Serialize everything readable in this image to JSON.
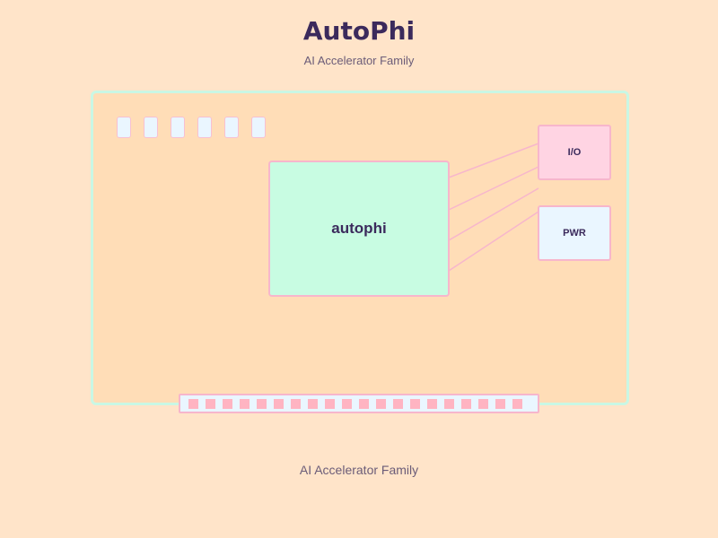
{
  "header": {
    "title": "AutoPhi",
    "subtitle": "AI Accelerator Family"
  },
  "board": {
    "chip_label": "autophi",
    "io_label": "I/O",
    "pwr_label": "PWR"
  },
  "footer": {
    "text": "AI Accelerator Family"
  },
  "colors": {
    "background": "#FFE4C9",
    "board_fill": "#FFDDB7",
    "board_border": "#C9F7E4",
    "chip_fill": "#C8FCE2",
    "accent_pink": "#F7B6CC",
    "pin_pink": "#FFB4C2",
    "io_fill": "#FFD4E3",
    "pwr_fill": "#EAF6FF",
    "title_color": "#3B2A5C"
  }
}
